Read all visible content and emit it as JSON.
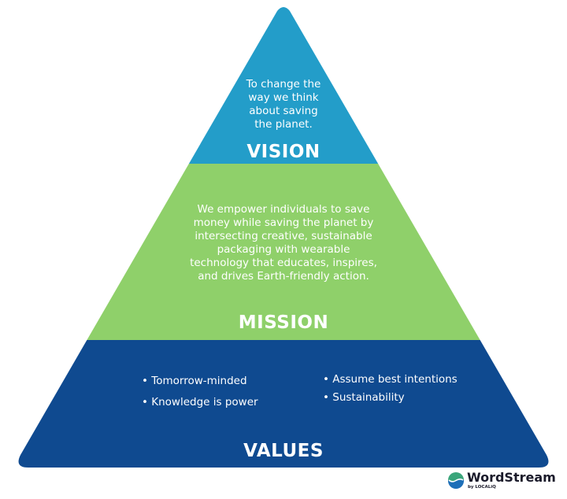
{
  "colors": {
    "vision": "#239DC9",
    "mission": "#8FD06A",
    "values": "#0F4A90",
    "text": "#FFFFFF"
  },
  "tiers": {
    "vision": {
      "heading": "VISION",
      "lines": [
        "To change the",
        "way we think",
        "about saving",
        "the planet."
      ]
    },
    "mission": {
      "heading": "MISSION",
      "lines": [
        "We empower individuals to save",
        "money while saving the planet by",
        "intersecting creative, sustainable",
        "packaging with wearable",
        "technology that educates, inspires,",
        "and drives Earth-friendly action."
      ]
    },
    "values": {
      "heading": "VALUES",
      "left_items": [
        "• Tomorrow-minded",
        "• Knowledge is power"
      ],
      "right_items": [
        "• Assume best intentions",
        "• Sustainability"
      ]
    }
  },
  "logo": {
    "name": "WordStream",
    "byline": "by LOCALiQ",
    "icon": "wordstream-wave-icon"
  }
}
